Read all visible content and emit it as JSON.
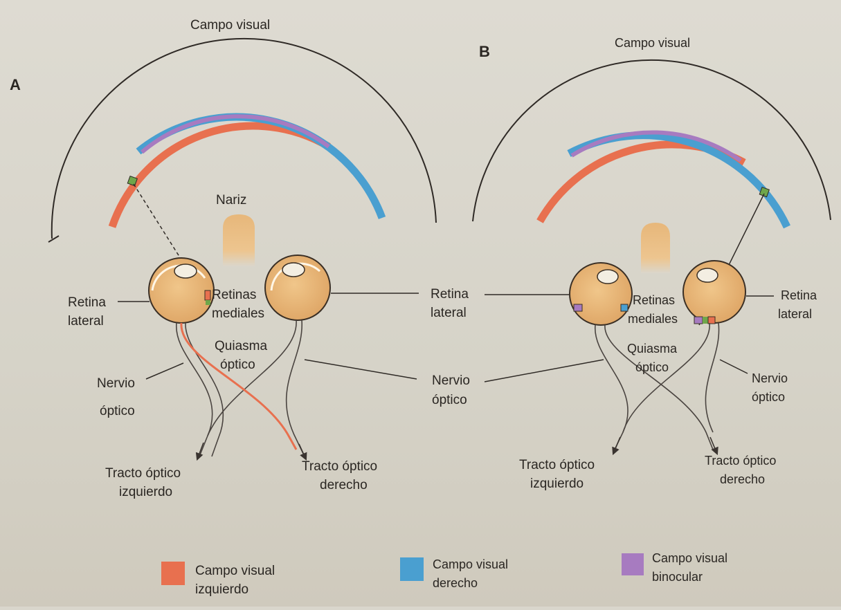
{
  "panel_a": {
    "letter": "A",
    "title": "Campo visual",
    "nose": "Nariz",
    "retina_lateral": [
      "Retina",
      "lateral"
    ],
    "retinas_mediales": [
      "Retinas",
      "mediales"
    ],
    "quiasma": [
      "Quiasma",
      "óptico"
    ],
    "nervio": [
      "Nervio",
      "óptico"
    ],
    "tracto_izq": [
      "Tracto óptico",
      "izquierdo"
    ],
    "tracto_der": [
      "Tracto óptico",
      "derecho"
    ]
  },
  "panel_b": {
    "letter": "B",
    "title": "Campo visual",
    "retina_lateral_left": [
      "Retina",
      "lateral"
    ],
    "retinas_mediales": [
      "Retinas",
      "mediales"
    ],
    "retina_lateral_right": [
      "Retina",
      "lateral"
    ],
    "quiasma": [
      "Quiasma",
      "óptico"
    ],
    "nervio_left": [
      "Nervio",
      "óptico"
    ],
    "nervio_right": [
      "Nervio",
      "óptico"
    ],
    "tracto_izq": [
      "Tracto óptico",
      "izquierdo"
    ],
    "tracto_der": [
      "Tracto óptico",
      "derecho"
    ]
  },
  "legend": [
    {
      "lines": [
        "Campo visual",
        "izquierdo"
      ],
      "color": "#e8704f"
    },
    {
      "lines": [
        "Campo visual",
        "derecho"
      ],
      "color": "#4a9fd0"
    },
    {
      "lines": [
        "Campo visual",
        "binocular"
      ],
      "color": "#a77bc0"
    }
  ],
  "colors": {
    "left_field": "#e8704f",
    "right_field": "#4a9fd0",
    "binocular": "#a77bc0",
    "eye_fill": "#e9b97a",
    "receptor": "#6fa64a"
  }
}
